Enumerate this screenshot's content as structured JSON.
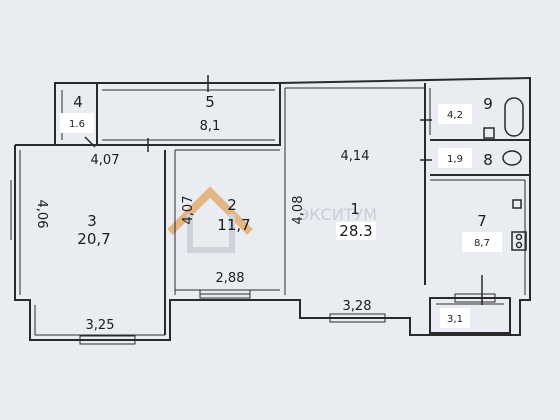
{
  "floor_plan": {
    "rooms": [
      {
        "number": "1",
        "area": "28.3"
      },
      {
        "number": "2",
        "area": "11,7"
      },
      {
        "number": "3",
        "area": "20,7"
      },
      {
        "number": "4",
        "area": "1.6"
      },
      {
        "number": "5",
        "area": "8,1"
      },
      {
        "number": "7",
        "area": "8,7"
      },
      {
        "number": "8",
        "area": "1,9"
      },
      {
        "number": "9",
        "area": "4,2"
      },
      {
        "number": "",
        "area": "3,1"
      }
    ],
    "dimensions": {
      "room3_top": "4,07",
      "room3_left": "4,06",
      "room3_bottom": "3,25",
      "room2_left": "4,07",
      "room2_bottom": "2,88",
      "room1_top": "4,14",
      "room1_left": "4,08",
      "room1_bottom": "3,28"
    },
    "watermark_text": "ЭКСИТУМ"
  }
}
